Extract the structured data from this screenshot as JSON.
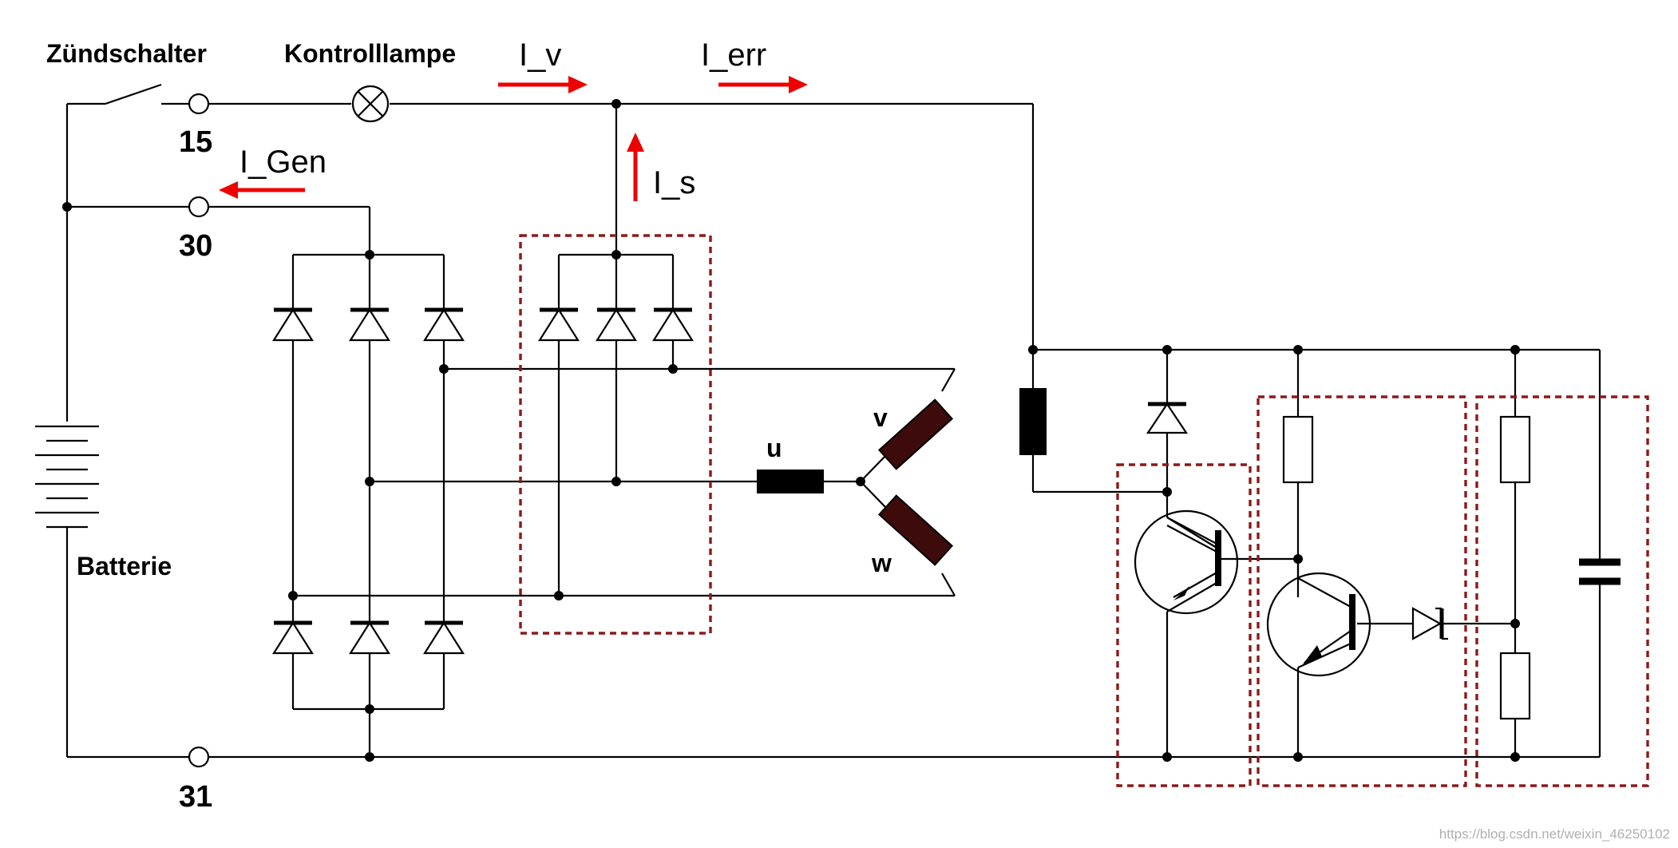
{
  "labels": {
    "ignition_switch": "Zündschalter",
    "control_lamp": "Kontrolllampe",
    "battery": "Batterie",
    "terminal_15": "15",
    "terminal_30": "30",
    "terminal_31": "31",
    "winding_u": "u",
    "winding_v": "v",
    "winding_w": "w"
  },
  "currents": {
    "i_v": "I_v",
    "i_err": "I_err",
    "i_s": "I_s",
    "i_gen": "I_Gen"
  },
  "watermark": "https://blog.csdn.net/weixin_46250102",
  "colors": {
    "wire": "#000000",
    "current_arrow": "#ee0000",
    "dashed_box": "#8b1a1a",
    "winding_vw": "#3d0b0b",
    "winding_u": "#000000"
  }
}
